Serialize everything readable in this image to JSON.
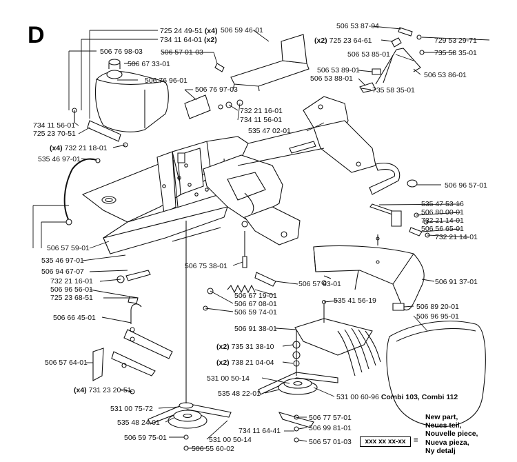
{
  "section_letter": "D",
  "labels": {
    "p01": "725 24 49-51",
    "p01q": "(x4)",
    "p02": "734 11 64-01",
    "p02q": "(x2)",
    "p03": "506 76 98-03",
    "p04": "506 67 33-01",
    "p05": "506 76 96-01",
    "p06": "506 57 01-03",
    "p07": "506 59 46-01",
    "p08": "506 53 87-04",
    "p09q": "(x2)",
    "p09": "725 23 64-61",
    "p10": "729 53 29-71",
    "p11": "735 58 35-01",
    "p12": "506 53 85-01",
    "p13": "506 53 86-01",
    "p14": "506 53 89-01",
    "p15": "506 53 88-01",
    "p16": "735 58 35-01",
    "p17": "506 76 97-03",
    "p18": "732 21 16-01",
    "p19": "734 11 56-01",
    "p20": "535 47 02-01",
    "p21": "734 11 56-01",
    "p22": "725 23 70-51",
    "p23q": "(x4)",
    "p23": "732 21 18-01",
    "p24": "535 46 97-01",
    "p25": "506 96 57-01",
    "p26": "535 47 53-16",
    "p27": "506 80 00-01",
    "p28": "732 21 14-01",
    "p29": "506 56 65-01",
    "p30": "732 21 14-01",
    "p31": "506 57 59-01",
    "p32": "535 46 97-01",
    "p33": "506 94 67-07",
    "p34": "732 21 16-01",
    "p35": "506 96 56-01",
    "p36": "725 23 68-51",
    "p37": "506 75 38-01",
    "p38": "506 57 63-01",
    "p39": "506 67 19-01",
    "p40": "506 67 08-01",
    "p41": "506 59 74-01",
    "p42": "506 91 37-01",
    "p43": "535 41 56-19",
    "p44": "506 89 20-01",
    "p45": "506 96 95-01",
    "p46": "506 66 45-01",
    "p47": "506 91 38-01",
    "p48q": "(x2)",
    "p48": "735 31 38-10",
    "p49q": "(x2)",
    "p49": "738 21 04-04",
    "p50": "506 57 64-01",
    "p51": "531 00 50-14",
    "p52": "535 48 22-01",
    "p53": "531 00 60-96",
    "p53n": "Combi 103, Combi 112",
    "p54q": "(x4)",
    "p54": "731 23 20-51",
    "p55": "531 00 75-72",
    "p56": "535 48 24-01",
    "p57": "506 59 75-01",
    "p58": "531 00 50-14",
    "p59": "506 55 60-02",
    "p60": "506 77 57-01",
    "p61": "506 99 81-01",
    "p62": "734 11 64-41",
    "p63": "506 57 01-03"
  },
  "legend": {
    "box_text": "xxx xx xx-xx",
    "equals": "=",
    "lines": [
      "New part,",
      "Neues teil,",
      "Nouvelle piece,",
      "Nueva pieza,",
      "Ny detalj"
    ]
  }
}
